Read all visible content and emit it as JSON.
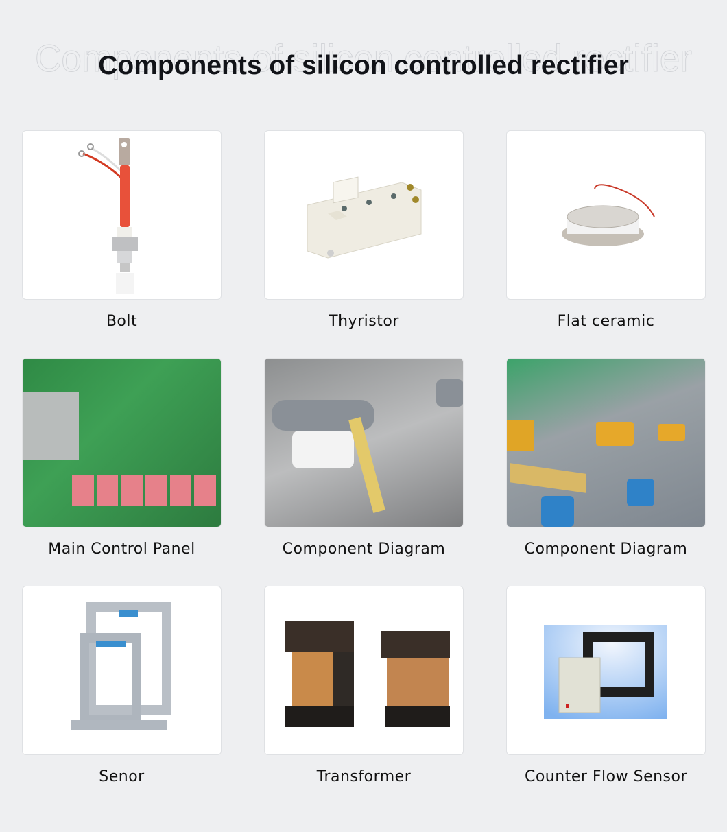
{
  "page": {
    "title": "Components of silicon controlled rectifier",
    "title_ghost": "Components of silicon controlled rectifier",
    "background": "#eeeff1"
  },
  "items": [
    {
      "label": "Bolt",
      "image": "bolt-thyristor-photo"
    },
    {
      "label": "Thyristor",
      "image": "thyristor-module-photo"
    },
    {
      "label": "Flat ceramic",
      "image": "flat-ceramic-thyristor-photo"
    },
    {
      "label": "Main Control Panel",
      "image": "circuit-board-photo"
    },
    {
      "label": "Component Diagram",
      "image": "component-assembly-photo"
    },
    {
      "label": "Component Diagram",
      "image": "component-rack-photo"
    },
    {
      "label": "Senor",
      "image": "frame-current-sensor-photo"
    },
    {
      "label": "Transformer",
      "image": "transformer-photo"
    },
    {
      "label": "Counter Flow Sensor",
      "image": "counter-flow-sensor-photo"
    }
  ]
}
